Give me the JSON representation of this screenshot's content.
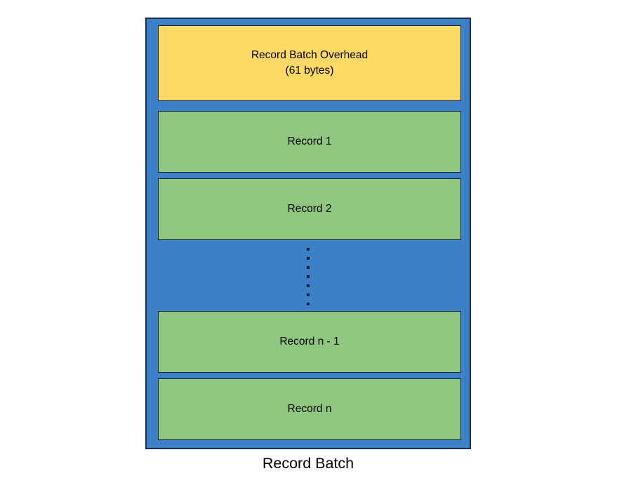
{
  "diagram": {
    "caption": "Record Batch",
    "colors": {
      "container_fill": "#3c80c8",
      "container_border": "#16304f",
      "overhead_fill": "#ffd966",
      "record_fill": "#8fc680",
      "segment_border": "#12263d",
      "text": "#000000",
      "background": "#ffffff"
    },
    "segments": [
      {
        "id": "record-batch-overhead",
        "label": "Record Batch Overhead\n(61 bytes)",
        "title": "Record Batch Overhead",
        "detail": "(61 bytes)",
        "size_bytes": 61,
        "fill": "#ffd966"
      },
      {
        "id": "record-1",
        "label": "Record 1",
        "fill": "#8fc680"
      },
      {
        "id": "record-2",
        "label": "Record 2",
        "fill": "#8fc680"
      },
      {
        "id": "record-n-minus-1",
        "label": "Record n - 1",
        "fill": "#8fc680"
      },
      {
        "id": "record-n",
        "label": "Record n",
        "fill": "#8fc680"
      }
    ],
    "ellipsis": {
      "orientation": "vertical",
      "dot_count": 7,
      "meaning": "additional records omitted"
    }
  }
}
